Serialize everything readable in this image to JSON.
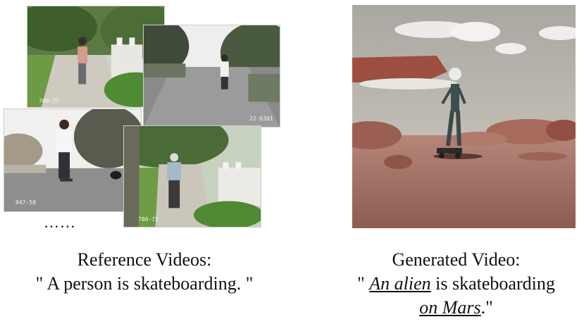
{
  "reference": {
    "frame_ids": [
      "700-77",
      "22-6301",
      "947-58",
      "700-75"
    ],
    "ellipsis": "……",
    "caption_title": "Reference Videos:",
    "caption_prompt": "\" A person is skateboarding. \""
  },
  "generated": {
    "caption_title": "Generated Video:",
    "prompt_open_quote": "\" ",
    "prompt_subject": "An alien",
    "prompt_middle": " is skateboarding",
    "prompt_place": "on Mars",
    "prompt_close": ".\""
  },
  "colors": {
    "mars_sky": "#b9b5ad",
    "mars_ground": "#9c6f63",
    "foliage": "#3d6a2a",
    "road": "#8f9090"
  }
}
